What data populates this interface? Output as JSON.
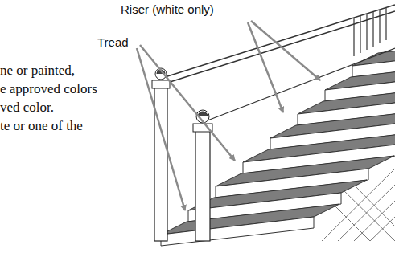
{
  "diagram": {
    "labels": [
      "Riser (white only)",
      "Tread",
      "ne or painted,",
      "e approved colors",
      "ved color.",
      "te or one of the"
    ]
  }
}
